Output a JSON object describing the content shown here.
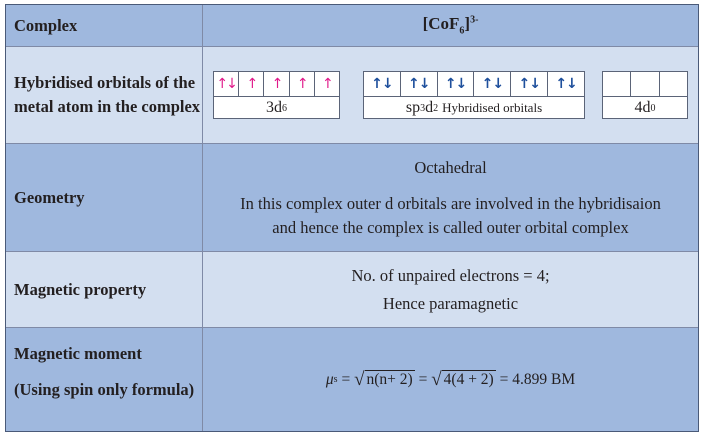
{
  "header": {
    "col1": "Complex",
    "formula_main": "[CoF",
    "formula_sub": "6",
    "formula_charge": "3-"
  },
  "hybrid": {
    "label": "Hybridised orbitals of the metal atom in the complex",
    "d6": {
      "cells": [
        "↑↓",
        "↑",
        "↑",
        "↑",
        "↑"
      ],
      "caption_main": "3d",
      "caption_sup": "6"
    },
    "sp3d2": {
      "cells": [
        "↑↓",
        "↑↓",
        "↑↓",
        "↑↓",
        "↑↓",
        "↑↓"
      ],
      "caption_a": "sp",
      "caption_sup1": "3",
      "caption_b": "d",
      "caption_sup2": "2",
      "caption_small": "Hybridised orbitals"
    },
    "d0": {
      "cells": [
        "",
        "",
        ""
      ],
      "caption_main": "4d",
      "caption_sup": "0"
    }
  },
  "geometry": {
    "label": "Geometry",
    "shape": "Octahedral",
    "line1": "In this complex outer d orbitals are involved in the hybridisaion",
    "line2": "and hence the complex is called outer orbital complex"
  },
  "magnetic_property": {
    "label": "Magnetic property",
    "line1": "No. of unpaired electrons = 4;",
    "line2": "Hence paramagnetic"
  },
  "magnetic_moment": {
    "label1": "Magnetic moment",
    "label2": "(Using spin only formula)",
    "mu": "μ",
    "mu_sub": "s",
    "eq1": " = ",
    "rad1": "n(n+ 2)",
    "eq2": " = ",
    "rad2": "4(4 + 2)",
    "result": " = 4.899 BM"
  }
}
